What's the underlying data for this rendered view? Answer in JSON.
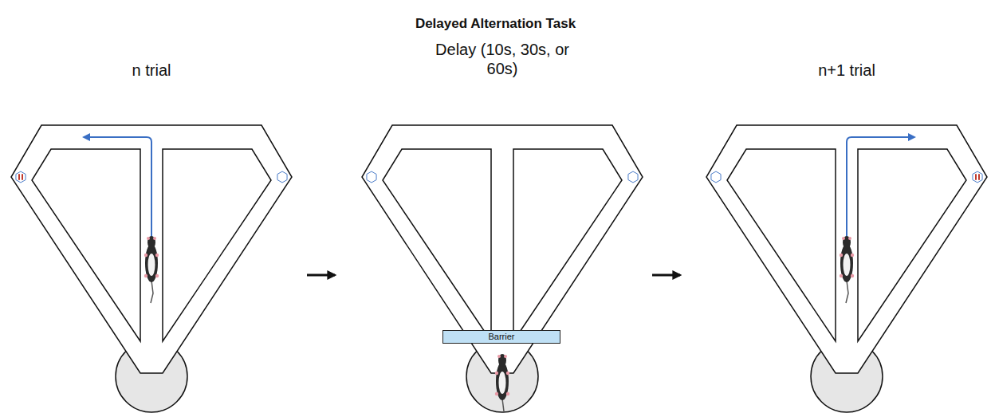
{
  "diagram": {
    "title": "Delayed Alternation Task",
    "nodes": [
      {
        "text": [
          "Barrier"
        ]
      }
    ],
    "labels": [
      "n trial",
      "Delay (10s, 30s, or 60s)",
      "n+1 trial"
    ]
  }
}
